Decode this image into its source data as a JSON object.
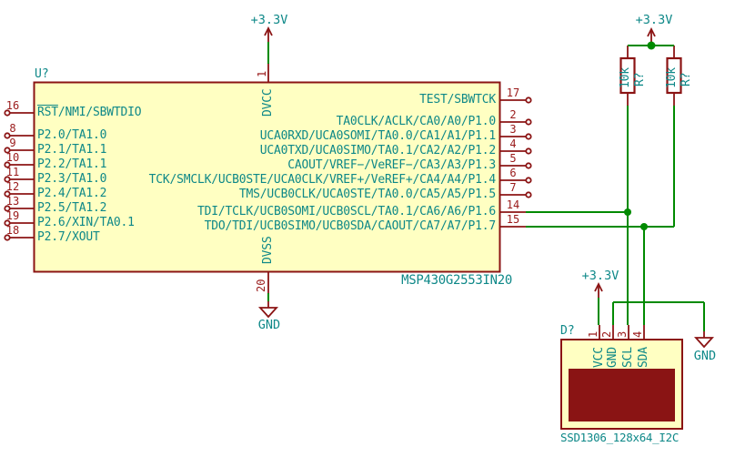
{
  "colors": {
    "wire": "#008A00",
    "symbol_outline": "#8B1414",
    "pin_number": "#9A1B1B",
    "text": "#0E8888",
    "body_fill": "#FFFFC2",
    "screen_fill": "#8A1414",
    "background": "#FFFFFF"
  },
  "power": {
    "vcc": "+3.3V",
    "gnd": "GND"
  },
  "ic": {
    "ref": "U?",
    "value": "MSP430G2553IN20",
    "top_pin": {
      "number": "1",
      "name": "DVCC"
    },
    "bottom_pin": {
      "number": "20",
      "name": "DVSS"
    },
    "left_pins": [
      {
        "number": "16",
        "overline": "RST",
        "label": "/NMI/SBWTDIO"
      },
      {
        "number": "8",
        "label": "P2.0/TA1.0"
      },
      {
        "number": "9",
        "label": "P2.1/TA1.1"
      },
      {
        "number": "10",
        "label": "P2.2/TA1.1"
      },
      {
        "number": "11",
        "label": "P2.3/TA1.0"
      },
      {
        "number": "12",
        "label": "P2.4/TA1.2"
      },
      {
        "number": "13",
        "label": "P2.5/TA1.2"
      },
      {
        "number": "19",
        "label": "P2.6/XIN/TA0.1"
      },
      {
        "number": "18",
        "label": "P2.7/XOUT"
      }
    ],
    "right_pins": [
      {
        "number": "17",
        "label": "TEST/SBWTCK"
      },
      {
        "number": "2",
        "label": "TA0CLK/ACLK/CA0/A0/P1.0"
      },
      {
        "number": "3",
        "label": "UCA0RXD/UCA0SOMI/TA0.0/CA1/A1/P1.1"
      },
      {
        "number": "4",
        "label": "UCA0TXD/UCA0SIMO/TA0.1/CA2/A2/P1.2"
      },
      {
        "number": "5",
        "label": "CAOUT/VREF−/VeREF−/CA3/A3/P1.3"
      },
      {
        "number": "6",
        "label": "TCK/SMCLK/UCB0STE/UCA0CLK/VREF+/VeREF+/CA4/A4/P1.4"
      },
      {
        "number": "7",
        "label": "TMS/UCB0CLK/UCA0STE/TA0.0/CA5/A5/P1.5"
      },
      {
        "number": "14",
        "label": "TDI/TCLK/UCB0SOMI/UCB0SCL/TA0.1/CA6/A6/P1.6"
      },
      {
        "number": "15",
        "label": "TDO/TDI/UCB0SIMO/UCB0SDA/CAOUT/CA7/A7/P1.7"
      }
    ]
  },
  "resistors": {
    "r1": {
      "ref": "R?",
      "value": "10k"
    },
    "r2": {
      "ref": "R?",
      "value": "10k"
    }
  },
  "display": {
    "ref": "D?",
    "value": "SSD1306_128x64_I2C",
    "pins": [
      {
        "number": "1",
        "name": "VCC"
      },
      {
        "number": "2",
        "name": "GND"
      },
      {
        "number": "3",
        "name": "SCL"
      },
      {
        "number": "4",
        "name": "SDA"
      }
    ]
  }
}
